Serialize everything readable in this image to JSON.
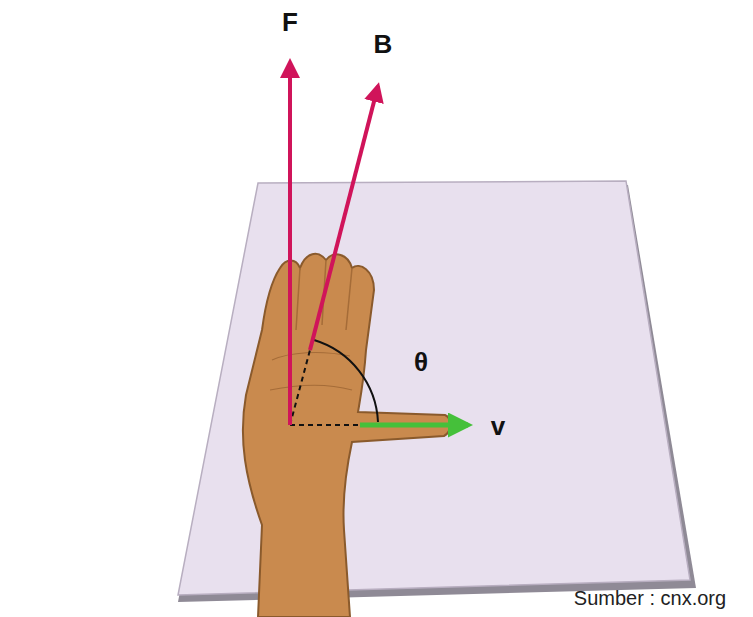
{
  "diagram": {
    "labels": [
      "F",
      "B",
      "θ",
      "v",
      "Sumber : cnx.org"
    ]
  }
}
